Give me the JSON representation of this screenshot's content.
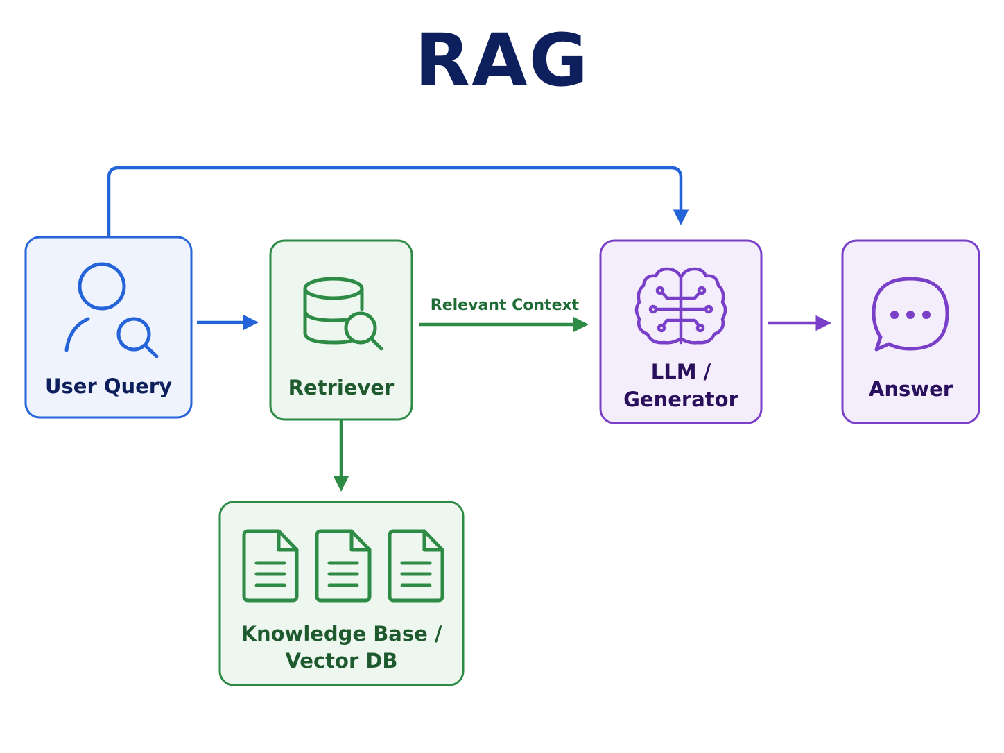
{
  "title": "RAG",
  "colors": {
    "title": "#0d1f5c",
    "blue": "#2563d9",
    "blue_fill": "#eef3fd",
    "blue_text": "#0d1f5c",
    "green": "#2e8b45",
    "green_fill": "#eef7ef",
    "green_text": "#1e5a2e",
    "purple": "#7a3fc8",
    "purple_fill": "#f4eefc",
    "purple_text": "#2a0f5c"
  },
  "nodes": {
    "user_query": {
      "label": "User Query",
      "icon": "user-search-icon"
    },
    "retriever": {
      "label": "Retriever",
      "icon": "database-search-icon"
    },
    "llm": {
      "label_line1": "LLM /",
      "label_line2": "Generator",
      "icon": "brain-circuit-icon"
    },
    "answer": {
      "label": "Answer",
      "icon": "chat-bubble-icon"
    },
    "knowledge_base": {
      "label_line1": "Knowledge Base /",
      "label_line2": "Vector DB",
      "icon": "document-icon"
    }
  },
  "edges": {
    "retriever_to_llm": {
      "label": "Relevant Context"
    }
  }
}
